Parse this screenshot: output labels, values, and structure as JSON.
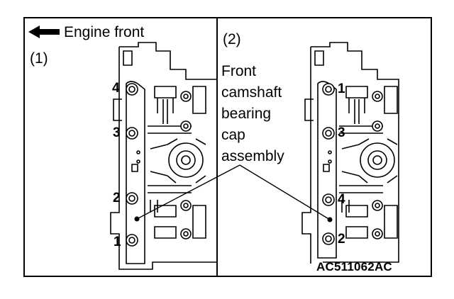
{
  "direction_label": "Engine front",
  "views": [
    {
      "label": "(1)",
      "bolt_order": [
        "4",
        "3",
        "2",
        "1"
      ]
    },
    {
      "label": "(2)",
      "bolt_order": [
        "1",
        "3",
        "4",
        "2"
      ]
    }
  ],
  "callout_lines": [
    "Front",
    "camshaft",
    "bearing",
    "cap",
    "assembly"
  ],
  "figure_code": "AC511062AC",
  "colors": {
    "ink": "#000000",
    "paper": "#ffffff"
  }
}
